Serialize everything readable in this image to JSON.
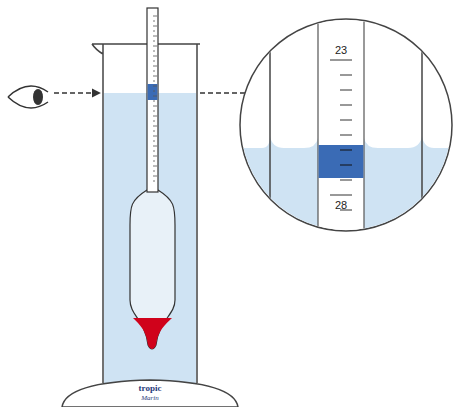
{
  "diagram": {
    "labels": [
      "23",
      "28",
      "tropic",
      "Marin"
    ]
  }
}
